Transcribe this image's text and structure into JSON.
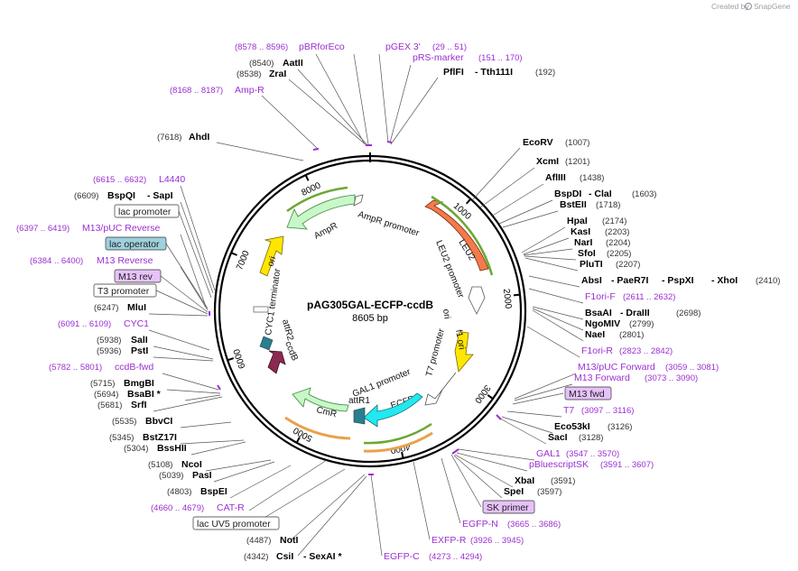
{
  "credit": "Created by",
  "brand": "SnapGene",
  "plasmid": {
    "name": "pAG305GAL-ECFP-ccdB",
    "size": "8605 bp"
  },
  "ticks": [
    "1000",
    "2000",
    "3000",
    "4000",
    "5000",
    "6000",
    "7000",
    "8000"
  ],
  "features": {
    "LEU2": "LEU2",
    "LEU2_promoter": "LEU2 promoter",
    "ori_right": "ori",
    "f1_ori": "f1 ori",
    "T7_promoter": "T7 promoter",
    "GAL1_promoter": "GAL1 promoter",
    "ECFP": "ECFP",
    "attR1": "attR1",
    "CmR": "CmR",
    "ccdB": "ccdB",
    "attR2": "attR2",
    "CYC1_terminator": "CYC1 terminator",
    "ori_left": "ori",
    "AmpR": "AmpR",
    "AmpR_promoter": "AmpR promoter"
  },
  "labels": {
    "pBRforEco_coord": "(8578 .. 8596)",
    "pBRforEco": "pBRforEco",
    "pGEX3": "pGEX 3'",
    "pGEX3_coord": "(29 .. 51)",
    "pRS_marker": "pRS-marker",
    "pRS_marker_coord": "(151 .. 170)",
    "AatII_pos": "(8540)",
    "AatII": "AatII",
    "ZraI_pos": "(8538)",
    "ZraI": "ZraI",
    "PflFI": "PflFI",
    "Tth111I": "- Tth111I",
    "PflFI_pos": "(192)",
    "AmpR_primer_coord": "(8168 .. 8187)",
    "AmpR_primer": "Amp-R",
    "AhdI_pos": "(7618)",
    "AhdI": "AhdI",
    "EcoRV": "EcoRV",
    "EcoRV_pos": "(1007)",
    "XcmI": "XcmI",
    "XcmI_pos": "(1201)",
    "AflIII": "AflIII",
    "AflIII_pos": "(1438)",
    "BspDI": "BspDI",
    "ClaI": "- ClaI",
    "BspDI_pos": "(1603)",
    "BstEII": "BstEII",
    "BstEII_pos": "(1718)",
    "HpaI": "HpaI",
    "HpaI_pos": "(2174)",
    "KasI": "KasI",
    "KasI_pos": "(2203)",
    "NarI": "NarI",
    "NarI_pos": "(2204)",
    "SfoI": "SfoI",
    "SfoI_pos": "(2205)",
    "PluTI": "PluTI",
    "PluTI_pos": "(2207)",
    "AbsI": "AbsI",
    "PaeR7I": "- PaeR7I",
    "PspXI": "- PspXI",
    "XhoI": "- XhoI",
    "AbsI_pos": "(2410)",
    "L4440_coord": "(6615 .. 6632)",
    "L4440": "L4440",
    "BspQI_pos": "(6609)",
    "BspQI": "BspQI",
    "SapI": "- SapI",
    "lac_promoter": "lac promoter",
    "M13pUC_rev_coord": "(6397 .. 6419)",
    "M13pUC_rev": "M13/pUC Reverse",
    "lac_operator": "lac operator",
    "M13_reverse_coord": "(6384 .. 6400)",
    "M13_reverse": "M13 Reverse",
    "M13_rev": "M13 rev",
    "T3_promoter": "T3 promoter",
    "MluI_pos": "(6247)",
    "MluI": "MluI",
    "CYC1_coord": "(6091 .. 6109)",
    "CYC1": "CYC1",
    "SalI_pos": "(5938)",
    "SalI": "SalI",
    "PstI_pos": "(5936)",
    "PstI": "PstI",
    "ccdB_fwd_coord": "(5782 .. 5801)",
    "ccdB_fwd": "ccdB-fwd",
    "BmgBI_pos": "(5715)",
    "BmgBI": "BmgBI",
    "BsaBI_pos": "(5694)",
    "BsaBI": "BsaBI *",
    "SrfI_pos": "(5681)",
    "SrfI": "SrfI",
    "BbvCI_pos": "(5535)",
    "BbvCI": "BbvCI",
    "BstZ17I_pos": "(5345)",
    "BstZ17I": "BstZ17I",
    "BssHII_pos": "(5304)",
    "BssHII": "BssHII",
    "NcoI_pos": "(5108)",
    "NcoI": "NcoI",
    "PasI_pos": "(5039)",
    "PasI": "PasI",
    "BspEI_pos": "(4803)",
    "BspEI": "BspEI",
    "CAT_R_coord": "(4660 .. 4679)",
    "CAT_R": "CAT-R",
    "lacUV5": "lac UV5 promoter",
    "NotI_pos": "(4487)",
    "NotI": "NotI",
    "CsiI_pos": "(4342)",
    "CsiI": "CsiI",
    "SexAI": "- SexAI *",
    "EGFP_C": "EGFP-C",
    "EGFP_C_coord": "(4273 .. 4294)",
    "EXFP_R": "EXFP-R",
    "EXFP_R_coord": "(3926 .. 3945)",
    "EGFP_N": "EGFP-N",
    "EGFP_N_coord": "(3665 .. 3686)",
    "SK_primer": "SK primer",
    "SpeI": "SpeI",
    "SpeI_pos": "(3597)",
    "XbaI": "XbaI",
    "XbaI_pos": "(3591)",
    "pBluescriptSK": "pBluescriptSK",
    "pBluescriptSK_coord": "(3591 .. 3607)",
    "GAL1": "GAL1",
    "GAL1_coord": "(3547 .. 3570)",
    "SacI": "SacI",
    "SacI_pos": "(3128)",
    "Eco53kI": "Eco53kI",
    "Eco53kI_pos": "(3126)",
    "T7": "T7",
    "T7_coord": "(3097 .. 3116)",
    "M13_fwd": "M13 fwd",
    "M13_forward": "M13 Forward",
    "M13_forward_coord": "(3073 .. 3090)",
    "M13pUC_fwd": "M13/pUC Forward",
    "M13pUC_fwd_coord": "(3059 .. 3081)",
    "F1ori_R": "F1ori-R",
    "F1ori_R_coord": "(2823 .. 2842)",
    "NaeI": "NaeI",
    "NaeI_pos": "(2801)",
    "NgoMIV": "NgoMIV",
    "NgoMIV_pos": "(2799)",
    "BsaAI": "BsaAI",
    "DraIII": "- DraIII",
    "BsaAI_pos": "(2698)",
    "F1ori_F": "F1ori-F",
    "F1ori_F_coord": "(2611 .. 2632)"
  },
  "colors": {
    "backbone": "#000000",
    "primer": "#9b2fd1",
    "LEU2": "#f47a4b",
    "ECFP": "#23e8f0",
    "ori": "#ffe600",
    "AmpR": "#c8f7c8",
    "CmR": "#c8f7c8",
    "ccdB": "#8b2a52",
    "attR": "#2c7d8f",
    "promoter_arrow": "#ffffff",
    "lac_operator_box": "#9fd0de",
    "highlight_box": "#e7c2f8"
  }
}
